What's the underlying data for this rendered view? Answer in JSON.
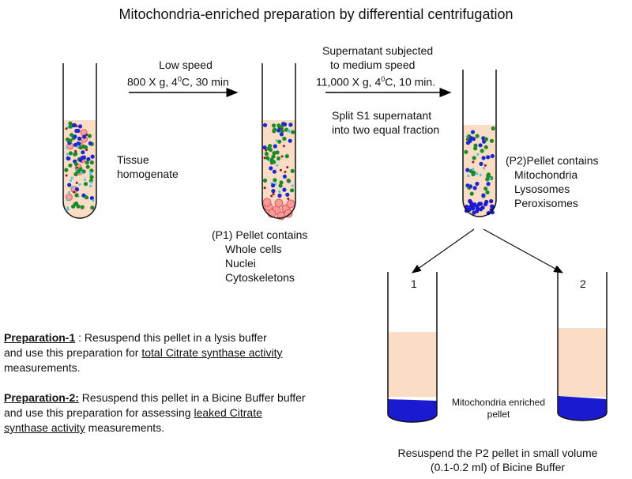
{
  "title": "Mitochondria-enriched preparation by differential centrifugation",
  "step1": {
    "line1": "Low speed",
    "line2": "800 X g, 4",
    "sup": "0",
    "line2b": "C, 30 min"
  },
  "step2": {
    "line1": "Supernatant subjected",
    "line2": "to medium speed",
    "line3": "11,000 X g, 4",
    "sup": "0",
    "line3b": "C, 10 min.",
    "line4": "Split S1 supernatant",
    "line5": "into two equal fraction"
  },
  "tube1_label": {
    "line1": "Tissue",
    "line2": "homogenate"
  },
  "p1": {
    "heading": "(P1) Pellet contains",
    "items": [
      "Whole cells",
      "Nuclei",
      "Cytoskeletons"
    ]
  },
  "p2": {
    "heading": "(P2)Pellet contains",
    "items": [
      "Mitochondria",
      "Lysosomes",
      "Peroxisomes"
    ]
  },
  "fraction_labels": [
    "1",
    "2"
  ],
  "pellet_label": {
    "line1": "Mitochondria enriched",
    "line2": "pellet"
  },
  "resuspend": {
    "line1": "Resuspend the P2 pellet in small volume",
    "line2": "(0.1-0.2 ml) of Bicine Buffer"
  },
  "prep1": {
    "label": "Preparation-1",
    "rest1": " : Resuspend this pellet in a lysis buffer",
    "pre2": "and use this preparation for ",
    "u2": "total Citrate synthase activity",
    "line3": "measurements."
  },
  "prep2": {
    "label": "Preparation-2:",
    "rest1": " Resuspend this pellet in a Bicine Buffer buffer",
    "pre2": "and use this preparation for assessing ",
    "u2": "leaked  Citrate",
    "u3": "synthase activity",
    "post3": " measurements."
  },
  "colors": {
    "liquid": "#fbdcc4",
    "pellet_blue": "#1a1ad0",
    "red_cell": "#e65a5a",
    "green": "#1a8a2a",
    "dark_red": "#8b1a1a",
    "cyan": "#4ec6e8",
    "blue": "#1a2ad0"
  }
}
